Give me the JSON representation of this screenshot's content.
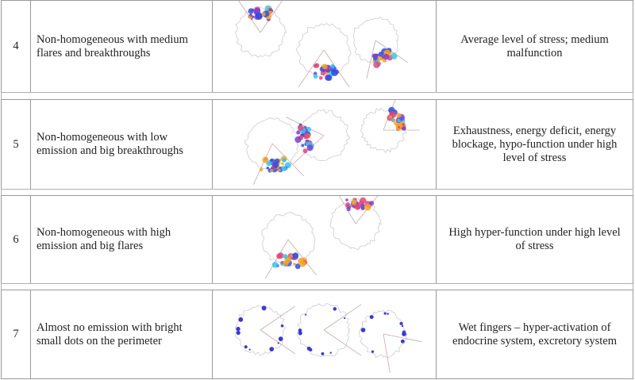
{
  "rows": [
    {
      "number": "4",
      "description": "Non-homogeneous with medium flares and breakthroughs",
      "meaning": "Average level of stress; medium malfunction",
      "image": "gdv-fingertip-images"
    },
    {
      "number": "5",
      "description": "Non-homogeneous with low emission and big breakthroughs",
      "meaning": "Exhaustness, energy deficit, energy blockage, hypo-function under high level of stress",
      "image": "gdv-fingertip-images"
    },
    {
      "number": "6",
      "description": "Non-homogeneous with high emission and big flares",
      "meaning": "High hyper-function under high level of stress",
      "image": "gdv-fingertip-images"
    },
    {
      "number": "7",
      "description": "Almost no emission with bright small dots on the perimeter",
      "meaning": "Wet fingers – hyper-activation of endocrine system, excretory system",
      "image": "gdv-fingertip-images"
    }
  ]
}
